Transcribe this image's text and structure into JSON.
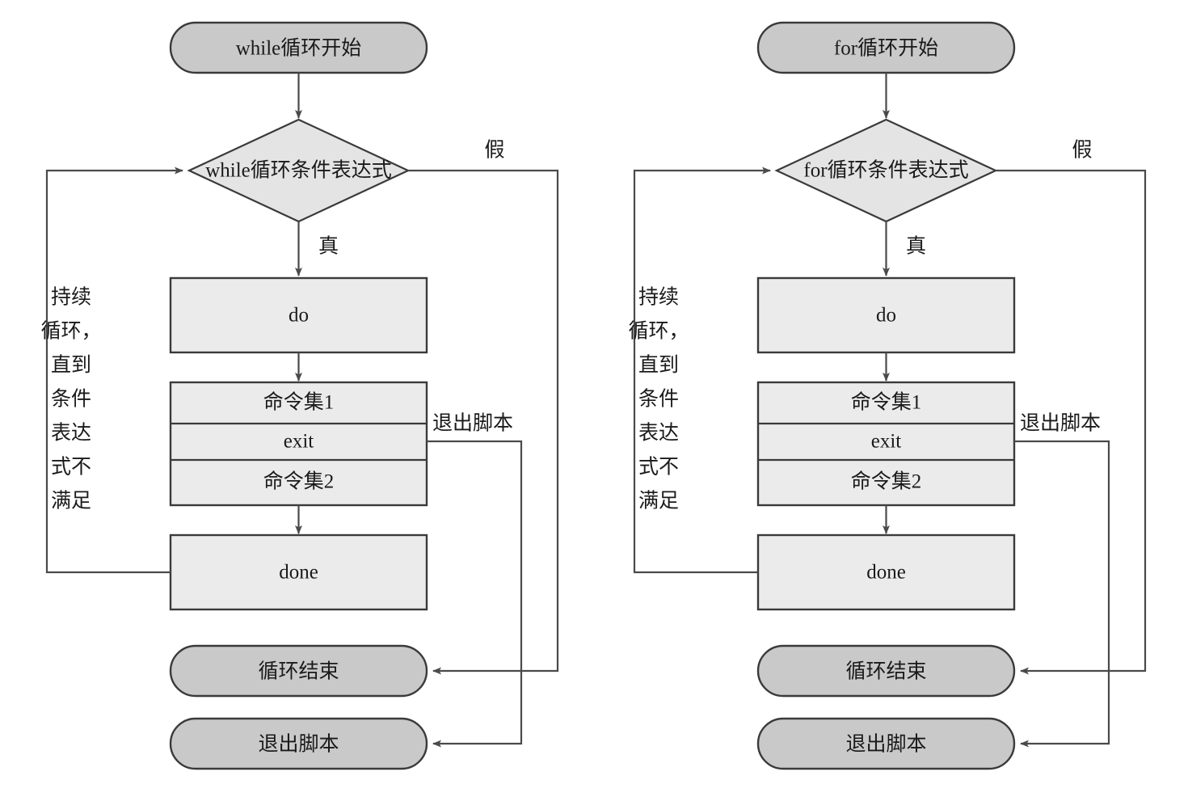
{
  "diagram": {
    "title": "shell-loop-flowcharts",
    "colors": {
      "terminal_fill": "#c9c9c9",
      "process_fill": "#ebebeb",
      "decision_fill": "#e4e4e4",
      "stroke": "#3a3a3a",
      "connector": "#4a4a4a",
      "text": "#1a1a1a",
      "background": "#ffffff"
    },
    "charts": [
      {
        "id": "while-loop",
        "start": "while循环开始",
        "decision": "while循环条件表达式",
        "true_label": "真",
        "false_label": "假",
        "loop_note": [
          "持续",
          "循环，",
          "直到",
          "条件",
          "表达",
          "式不",
          "满足"
        ],
        "do": "do",
        "cmdset1": "命令集1",
        "exit": "exit",
        "cmdset2": "命令集2",
        "done": "done",
        "exit_edge_label": "退出脚本",
        "loop_end": "循环结束",
        "exit_script": "退出脚本"
      },
      {
        "id": "for-loop",
        "start": "for循环开始",
        "decision": "for循环条件表达式",
        "true_label": "真",
        "false_label": "假",
        "loop_note": [
          "持续",
          "循环，",
          "直到",
          "条件",
          "表达",
          "式不",
          "满足"
        ],
        "do": "do",
        "cmdset1": "命令集1",
        "exit": "exit",
        "cmdset2": "命令集2",
        "done": "done",
        "exit_edge_label": "退出脚本",
        "loop_end": "循环结束",
        "exit_script": "退出脚本"
      }
    ]
  }
}
